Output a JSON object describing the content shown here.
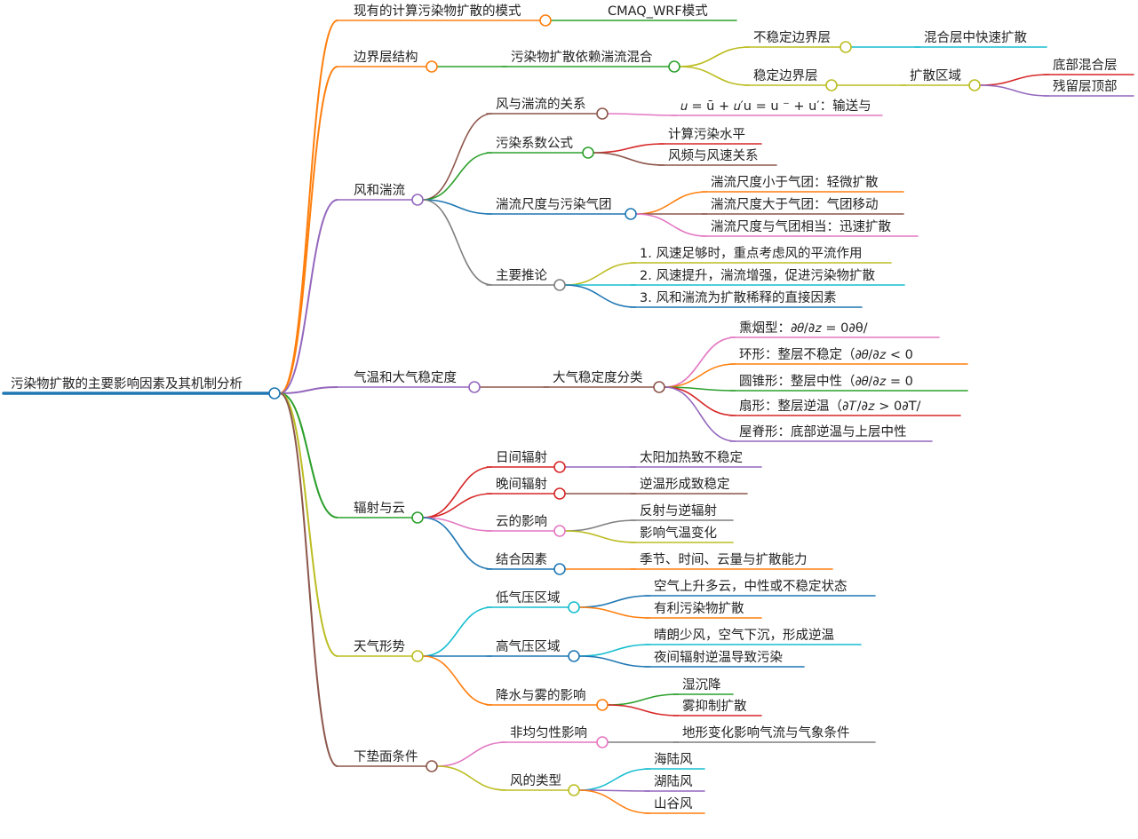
{
  "colors": {
    "root": "#1f77b4",
    "orange": "#ff7f0e",
    "green": "#2ca02c",
    "red": "#d62728",
    "purple": "#9467bd",
    "brown": "#8c564b",
    "pink": "#e377c2",
    "gray": "#7f7f7f",
    "olive": "#bcbd22",
    "cyan": "#17becf"
  },
  "root": {
    "label": "污染物扩散的主要影响因素及其机制分析",
    "children": [
      {
        "label": "现有的计算污染物扩散的模式",
        "color": "orange",
        "children": [
          {
            "label": "CMAQ_WRF模式",
            "color": "green"
          }
        ]
      },
      {
        "label": "边界层结构",
        "color": "orange",
        "children": [
          {
            "label": "污染物扩散依赖湍流混合",
            "color": "green",
            "children": [
              {
                "label": "不稳定边界层",
                "color": "olive",
                "children": [
                  {
                    "label": "混合层中快速扩散",
                    "color": "cyan"
                  }
                ]
              },
              {
                "label": "稳定边界层",
                "color": "olive",
                "children": [
                  {
                    "label": "扩散区域",
                    "color": "olive",
                    "children": [
                      {
                        "label": "底部混合层",
                        "color": "red"
                      },
                      {
                        "label": "残留层顶部",
                        "color": "purple"
                      }
                    ]
                  }
                ]
              }
            ]
          }
        ]
      },
      {
        "label": "风和湍流",
        "color": "purple",
        "children": [
          {
            "label": "风与湍流的关系",
            "color": "brown",
            "children": [
              {
                "label": "𝑢 = ū + 𝑢′u = u ⁻ + u′：输送与",
                "color": "pink"
              }
            ]
          },
          {
            "label": "污染系数公式",
            "color": "green",
            "children": [
              {
                "label": "计算污染水平",
                "color": "red"
              },
              {
                "label": "风频与风速关系",
                "color": "brown"
              }
            ]
          },
          {
            "label": "湍流尺度与污染气团",
            "color": "root",
            "children": [
              {
                "label": "湍流尺度小于气团：轻微扩散",
                "color": "orange"
              },
              {
                "label": "湍流尺度大于气团：气团移动",
                "color": "brown"
              },
              {
                "label": "湍流尺度与气团相当：迅速扩散",
                "color": "pink"
              }
            ]
          },
          {
            "label": "主要推论",
            "color": "gray",
            "children": [
              {
                "label": "1. 风速足够时，重点考虑风的平流作用",
                "color": "olive"
              },
              {
                "label": "2. 风速提升，湍流增强，促进污染物扩散",
                "color": "cyan"
              },
              {
                "label": "3. 风和湍流为扩散稀释的直接因素",
                "color": "root"
              }
            ]
          }
        ]
      },
      {
        "label": "气温和大气稳定度",
        "color": "purple",
        "children": [
          {
            "label": "大气稳定度分类",
            "color": "brown",
            "children": [
              {
                "label": "熏烟型：∂𝜃/∂𝑧 = 0∂θ/",
                "color": "pink"
              },
              {
                "label": "环形：整层不稳定（∂𝜃/∂𝑧 < 0",
                "color": "orange"
              },
              {
                "label": "圆锥形：整层中性（∂𝜃/∂𝑧 = 0",
                "color": "green"
              },
              {
                "label": "扇形：整层逆温（∂𝑇/∂𝑧 > 0∂T/",
                "color": "red"
              },
              {
                "label": "屋脊形：底部逆温与上层中性",
                "color": "purple"
              }
            ]
          }
        ]
      },
      {
        "label": "辐射与云",
        "color": "green",
        "children": [
          {
            "label": "日间辐射",
            "color": "red",
            "children": [
              {
                "label": "太阳加热致不稳定",
                "color": "purple"
              }
            ]
          },
          {
            "label": "晚间辐射",
            "color": "red",
            "children": [
              {
                "label": "逆温形成致稳定",
                "color": "brown"
              }
            ]
          },
          {
            "label": "云的影响",
            "color": "pink",
            "children": [
              {
                "label": "反射与逆辐射",
                "color": "gray"
              },
              {
                "label": "影响气温变化",
                "color": "olive"
              }
            ]
          },
          {
            "label": "结合因素",
            "color": "root",
            "children": [
              {
                "label": "季节、时间、云量与扩散能力",
                "color": "orange"
              }
            ]
          }
        ]
      },
      {
        "label": "天气形势",
        "color": "olive",
        "children": [
          {
            "label": "低气压区域",
            "color": "cyan",
            "children": [
              {
                "label": "空气上升多云，中性或不稳定状态",
                "color": "root"
              },
              {
                "label": "有利污染物扩散",
                "color": "orange"
              }
            ]
          },
          {
            "label": "高气压区域",
            "color": "root",
            "children": [
              {
                "label": "晴朗少风，空气下沉，形成逆温",
                "color": "cyan"
              },
              {
                "label": "夜间辐射逆温导致污染",
                "color": "root"
              }
            ]
          },
          {
            "label": "降水与雾的影响",
            "color": "orange",
            "children": [
              {
                "label": "湿沉降",
                "color": "green"
              },
              {
                "label": "雾抑制扩散",
                "color": "red"
              }
            ]
          }
        ]
      },
      {
        "label": "下垫面条件",
        "color": "brown",
        "children": [
          {
            "label": "非均匀性影响",
            "color": "pink",
            "children": [
              {
                "label": "地形变化影响气流与气象条件",
                "color": "gray"
              }
            ]
          },
          {
            "label": "风的类型",
            "color": "olive",
            "children": [
              {
                "label": "海陆风",
                "color": "cyan"
              },
              {
                "label": "湖陆风",
                "color": "purple"
              },
              {
                "label": "山谷风",
                "color": "orange"
              }
            ]
          }
        ]
      }
    ]
  }
}
